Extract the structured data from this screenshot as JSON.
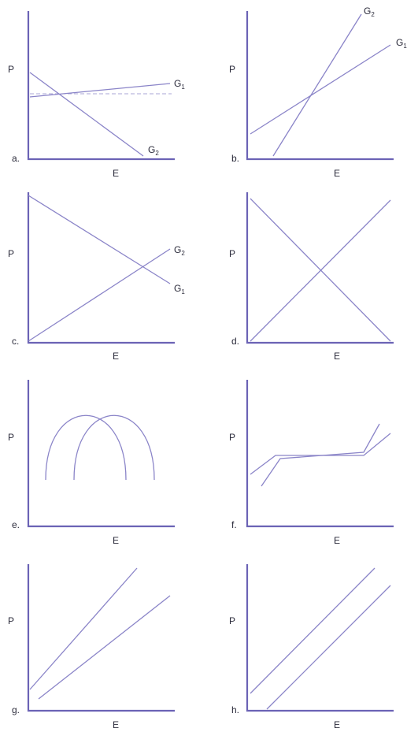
{
  "axis_color": "#6b63b5",
  "line_color": "#8a84c8",
  "text_color": "#2a2a3a",
  "panels": [
    {
      "letter": "a.",
      "y_label": "P",
      "x_label": "E",
      "series": [
        {
          "label": "G",
          "sub": "1"
        },
        {
          "label": "G",
          "sub": "2"
        }
      ]
    },
    {
      "letter": "b.",
      "y_label": "P",
      "x_label": "E",
      "series": [
        {
          "label": "G",
          "sub": "2"
        },
        {
          "label": "G",
          "sub": "1"
        }
      ]
    },
    {
      "letter": "c.",
      "y_label": "P",
      "x_label": "E",
      "series": [
        {
          "label": "G",
          "sub": "2"
        },
        {
          "label": "G",
          "sub": "1"
        }
      ]
    },
    {
      "letter": "d.",
      "y_label": "P",
      "x_label": "E",
      "series": []
    },
    {
      "letter": "e.",
      "y_label": "P",
      "x_label": "E",
      "series": []
    },
    {
      "letter": "f.",
      "y_label": "P",
      "x_label": "E",
      "series": []
    },
    {
      "letter": "g.",
      "y_label": "P",
      "x_label": "E",
      "series": []
    },
    {
      "letter": "h.",
      "y_label": "P",
      "x_label": "E",
      "series": []
    }
  ]
}
